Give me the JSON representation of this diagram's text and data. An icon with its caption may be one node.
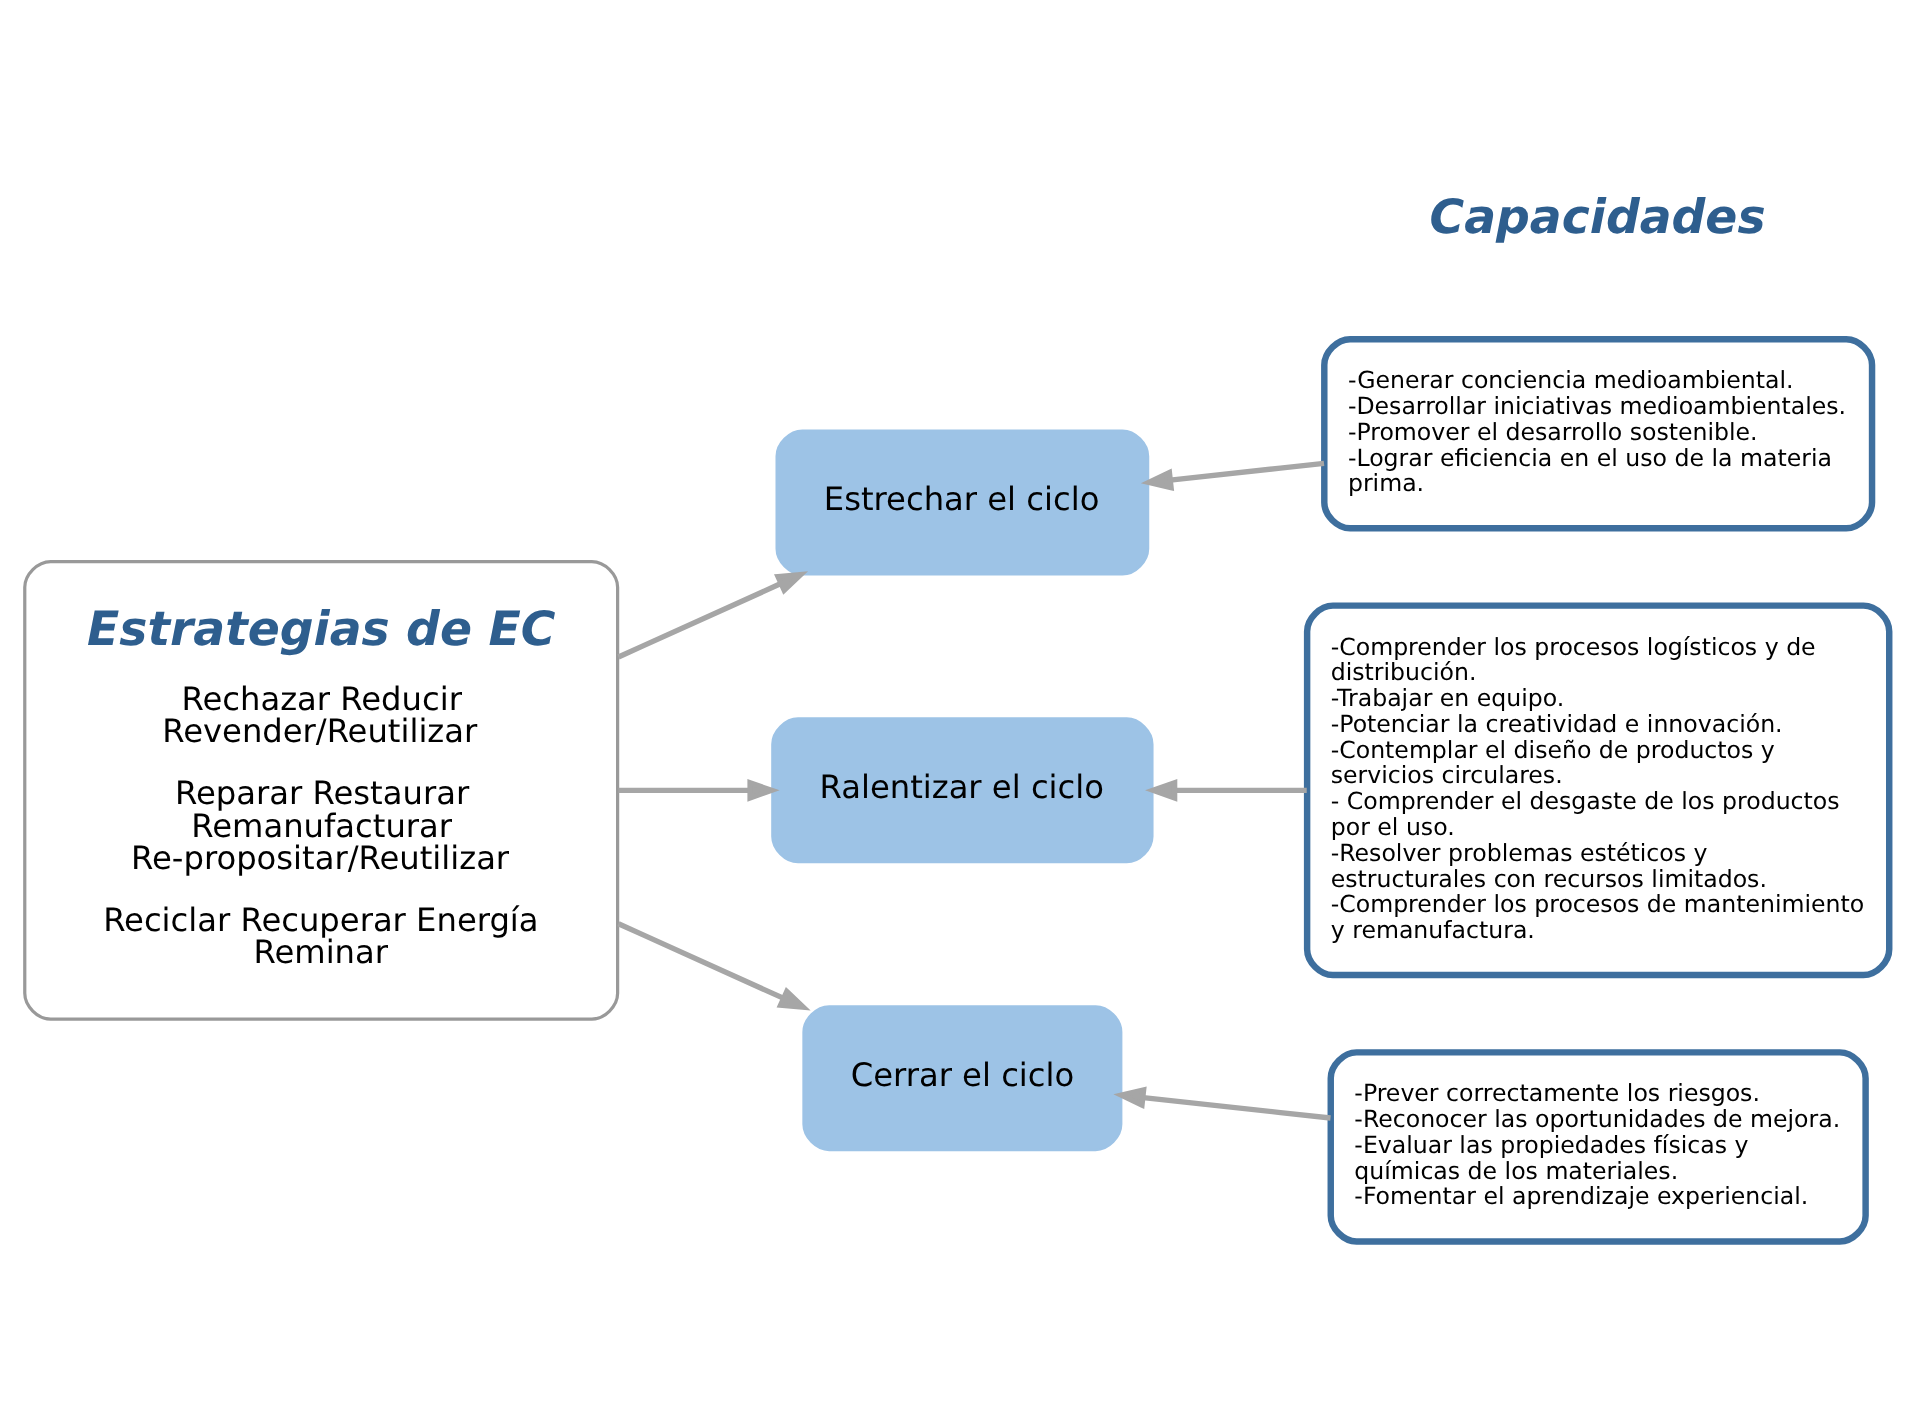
{
  "diagram": {
    "nodes": [
      {
        "text": [
          "Estrategias de EC",
          "Rechazar Reducir Revender/Reutilizar",
          "Reparar Restaurar Remanufacturar Re-propositar/Reutilizar",
          "Reciclar Recuperar Energía Reminar"
        ]
      },
      {
        "text": [
          "Estrechar el ciclo"
        ]
      },
      {
        "text": [
          "Ralentizar el ciclo"
        ]
      },
      {
        "text": [
          "Cerrar el ciclo"
        ]
      },
      {
        "text": [
          "-Generar conciencia medioambiental.",
          "-Desarrollar iniciativas medioambientales.",
          "-Promover el desarrollo sostenible.",
          "-Lograr eficiencia en el uso de la materia prima."
        ]
      },
      {
        "text": [
          "-Comprender los procesos logísticos y de distribución.",
          "-Trabajar en equipo.",
          "-Potenciar la creatividad e innovación.",
          "-Contemplar el diseño de productos y servicios circulares.",
          "- Comprender el desgaste de los productos por el uso.",
          "-Resolver problemas estéticos y estructurales con recursos limitados.",
          "-Comprender los procesos de mantenimiento y remanufactura."
        ]
      },
      {
        "text": [
          "-Prever correctamente los riesgos.",
          "-Reconocer las oportunidades de mejora.",
          "-Evaluar las propiedades físicas y químicas de los materiales.",
          "-Fomentar el aprendizaje experiencial."
        ]
      }
    ],
    "edges": [
      {
        "from": 0,
        "to": 1,
        "arrow": "to"
      },
      {
        "from": 0,
        "to": 2,
        "arrow": "to"
      },
      {
        "from": 0,
        "to": 3,
        "arrow": "to"
      },
      {
        "from": 4,
        "to": 1,
        "arrow": "to"
      },
      {
        "from": 5,
        "to": 2,
        "arrow": "to"
      },
      {
        "from": 6,
        "to": 3,
        "arrow": "to"
      }
    ],
    "labels": [
      "Capacidades"
    ]
  }
}
